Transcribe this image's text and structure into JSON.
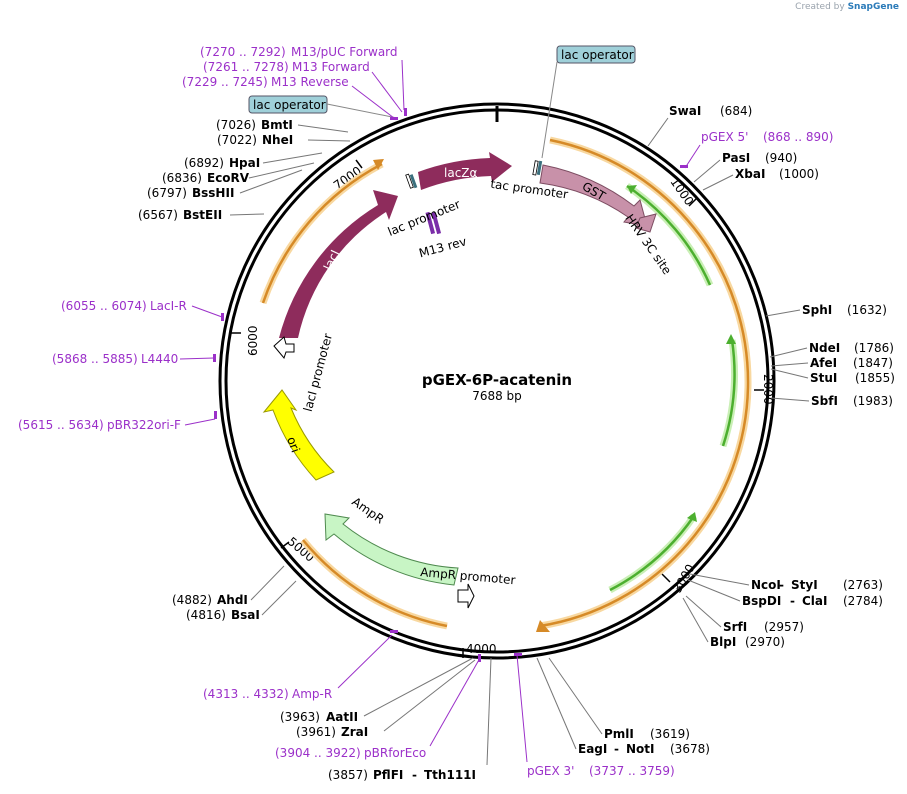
{
  "credit": {
    "prefix": "Created by",
    "brand": "SnapGene"
  },
  "plasmid": {
    "name": "pGEX-6P-acatenin",
    "length_label": "7688 bp",
    "length": 7688
  },
  "ticks": [
    "1000",
    "2000",
    "3000",
    "4000",
    "5000",
    "6000",
    "7000"
  ],
  "restriction_sites": [
    {
      "name": "SwaI",
      "pos": "(684)"
    },
    {
      "name": "PasI",
      "pos": "(940)"
    },
    {
      "name": "XbaI",
      "pos": "(1000)"
    },
    {
      "name": "SphI",
      "pos": "(1632)"
    },
    {
      "name": "NdeI",
      "pos": "(1786)"
    },
    {
      "name": "AfeI",
      "pos": "(1847)"
    },
    {
      "name": "StuI",
      "pos": "(1855)"
    },
    {
      "name": "SbfI",
      "pos": "(1983)"
    },
    {
      "name": "NcoI",
      "name2": "StyI",
      "pos": "(2763)"
    },
    {
      "name": "BspDI",
      "name2": "ClaI",
      "pos": "(2784)"
    },
    {
      "name": "SrfI",
      "pos": "(2957)"
    },
    {
      "name": "BlpI",
      "pos": "(2970)"
    },
    {
      "name": "PmlI",
      "pos": "(3619)"
    },
    {
      "name": "EagI",
      "name2": "NotI",
      "pos": "(3678)"
    },
    {
      "name": "AatII",
      "pos": "(3963)"
    },
    {
      "name": "ZraI",
      "pos": "(3961)"
    },
    {
      "name": "PflFI",
      "name2": "Tth111I",
      "pos": "(3857)"
    },
    {
      "name": "AhdI",
      "pos": "(4882)"
    },
    {
      "name": "BsaI",
      "pos": "(4816)"
    },
    {
      "name": "BstEII",
      "pos": "(6567)"
    },
    {
      "name": "BssHII",
      "pos": "(6797)"
    },
    {
      "name": "EcoRV",
      "pos": "(6836)"
    },
    {
      "name": "HpaI",
      "pos": "(6892)"
    },
    {
      "name": "NheI",
      "pos": "(7022)"
    },
    {
      "name": "BmtI",
      "pos": "(7026)"
    }
  ],
  "primers": [
    {
      "name": "M13/pUC Forward",
      "range": "(7270 .. 7292)"
    },
    {
      "name": "M13 Forward",
      "range": "(7261 .. 7278)"
    },
    {
      "name": "M13 Reverse",
      "range": "(7229 .. 7245)"
    },
    {
      "name": "pGEX 5'",
      "range": "(868 .. 890)"
    },
    {
      "name": "LacI-R",
      "range": "(6055 .. 6074)"
    },
    {
      "name": "L4440",
      "range": "(5868 .. 5885)"
    },
    {
      "name": "pBR322ori-F",
      "range": "(5615 .. 5634)"
    },
    {
      "name": "Amp-R",
      "range": "(4313 .. 4332)"
    },
    {
      "name": "pBRforEco",
      "range": "(3904 .. 3922)"
    },
    {
      "name": "pGEX 3'",
      "range": "(3737 .. 3759)"
    }
  ],
  "features": {
    "lacZa": "lacZα",
    "lacI": "lacI",
    "GST": "GST",
    "ori": "ori",
    "AmpR": "AmpR",
    "lac_promoter": "lac promoter",
    "tac_promoter": "tac promoter",
    "HRV_3C_site": "HRV 3C site",
    "M13_rev": "M13 rev",
    "lacI_promoter": "lacI promoter",
    "AmpR_promoter": "AmpR promoter",
    "lac_operator_1": "lac operator",
    "lac_operator_2": "lac operator"
  },
  "colors": {
    "lacI": "#8e2c5c",
    "lacZa": "#8e2c5c",
    "GST": "#c891a9",
    "ori": "#ffff00",
    "AmpR": "#c8f5c5",
    "orf_orange": "#d68a27",
    "orf_green": "#4caf2f",
    "primer": "#9b30c9",
    "operator_box": "#9fd0d9"
  }
}
